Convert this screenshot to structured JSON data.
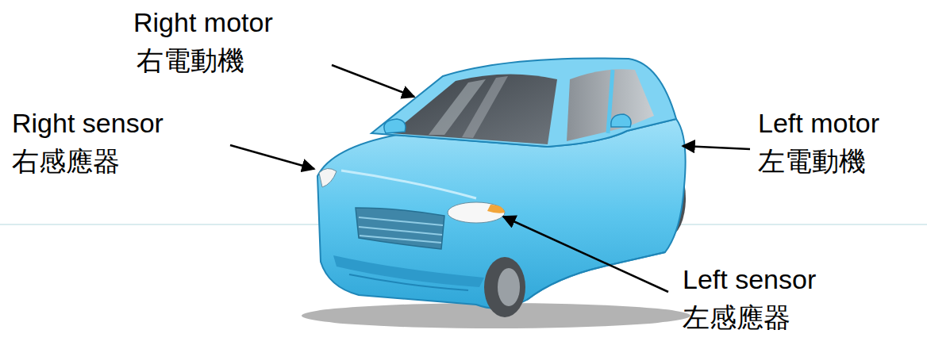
{
  "diagram": {
    "labels": [
      "Right motor",
      "右電動機",
      "Right sensor",
      "右感應器",
      "Left motor",
      "左電動機",
      "Left sensor",
      "左感應器"
    ]
  }
}
